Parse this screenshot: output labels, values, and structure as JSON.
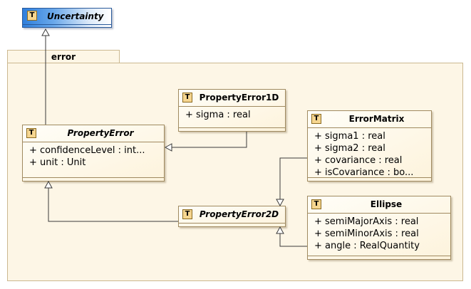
{
  "uncertainty": {
    "name": "Uncertainty",
    "icon": "type-icon",
    "icon_label": "T"
  },
  "package": {
    "name": "error"
  },
  "classes": {
    "property_error": {
      "name": "PropertyError",
      "icon_label": "T",
      "attrs": [
        "+ confidenceLevel : int...",
        "+ unit : Unit"
      ]
    },
    "property_error_1d": {
      "name": "PropertyError1D",
      "icon_label": "T",
      "attrs": [
        "+ sigma : real"
      ]
    },
    "error_matrix": {
      "name": "ErrorMatrix",
      "icon_label": "T",
      "attrs": [
        "+ sigma1 : real",
        "+ sigma2 : real",
        "+ covariance : real",
        "+ isCovariance : bo..."
      ]
    },
    "property_error_2d": {
      "name": "PropertyError2D",
      "icon_label": "T"
    },
    "ellipse": {
      "name": "Ellipse",
      "icon_label": "T",
      "attrs": [
        "+ semiMajorAxis : real",
        "+ semiMinorAxis : real",
        "+ angle : RealQuantity"
      ]
    }
  },
  "colors": {
    "package_fill": "#fdf6e6",
    "class_border": "#a08a60",
    "icon_fill": "#f6d690",
    "uncertainty_gradient_start": "#2f7fdc"
  }
}
